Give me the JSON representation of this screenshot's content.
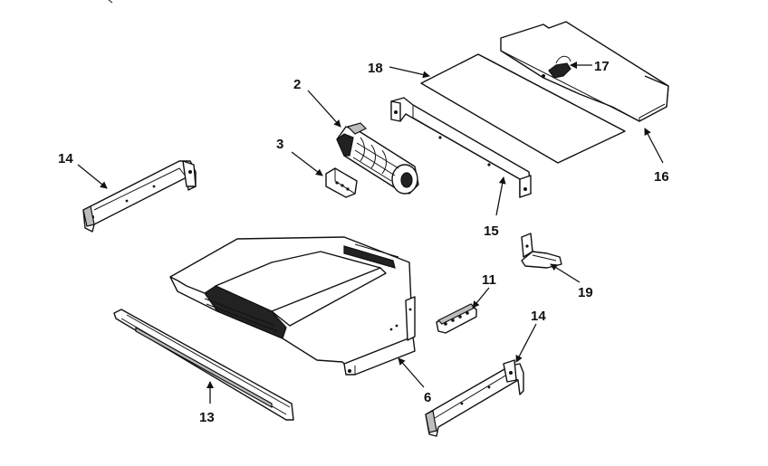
{
  "diagram": {
    "callouts": {
      "c2": "2",
      "c3": "3",
      "c6": "6",
      "c11": "11",
      "c13": "13",
      "c14a": "14",
      "c14b": "14",
      "c15": "15",
      "c16": "16",
      "c17": "17",
      "c18": "18",
      "c19": "19"
    }
  }
}
